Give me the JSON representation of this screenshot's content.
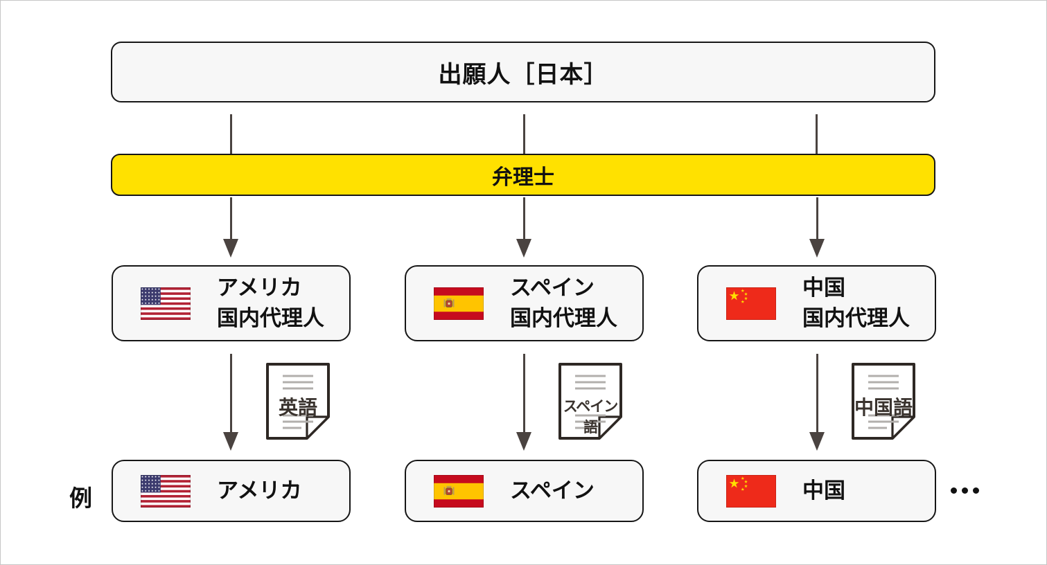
{
  "top_box": {
    "label": "出願人［日本］"
  },
  "attorney_box": {
    "label": "弁理士"
  },
  "example_label": "例",
  "more_indicator": "・・・",
  "colors": {
    "box_background": "#f7f7f7",
    "box_border": "#161616",
    "attorney_yellow": "#FFE100",
    "arrow": "#4a4340",
    "document_line": "#b2afac",
    "text": "#111111"
  },
  "columns": [
    {
      "country": "アメリカ",
      "flag": "usa-flag",
      "agent_line1": "アメリカ",
      "agent_line2": "国内代理人",
      "document_language": "英語"
    },
    {
      "country": "スペイン",
      "flag": "spain-flag",
      "agent_line1": "スペイン",
      "agent_line2": "国内代理人",
      "document_language": "スペイン語"
    },
    {
      "country": "中国",
      "flag": "china-flag",
      "agent_line1": "中国",
      "agent_line2": "国内代理人",
      "document_language": "中国語"
    }
  ]
}
